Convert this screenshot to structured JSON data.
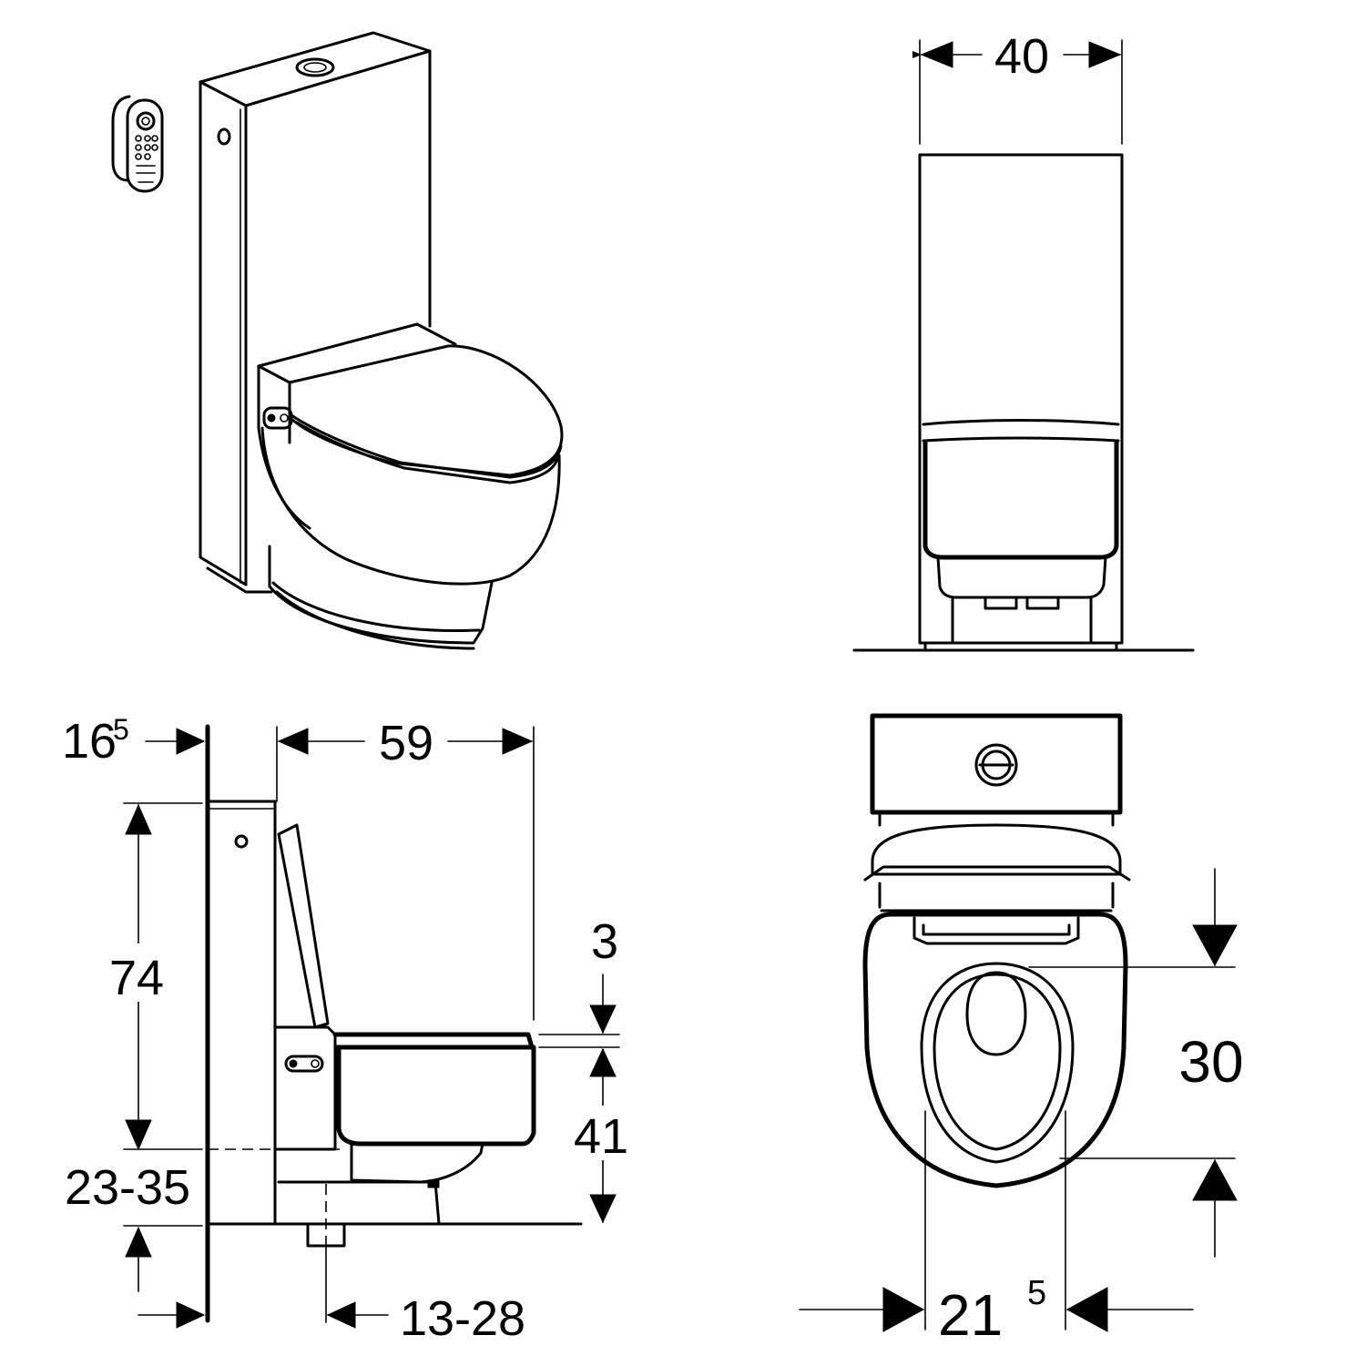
{
  "dimensions": {
    "width_total": "40",
    "depth": "59",
    "wall_offset_main": "16",
    "wall_offset_sup": "5",
    "height_cistern": "74",
    "seat_height": "41",
    "seat_gap": "3",
    "floor_gap": "23-35",
    "outlet_offset": "13-28",
    "seat_opening": "30",
    "outlet_width_main": "21",
    "outlet_width_sup": "5"
  },
  "colors": {
    "line": "#000000",
    "background": "#ffffff"
  }
}
